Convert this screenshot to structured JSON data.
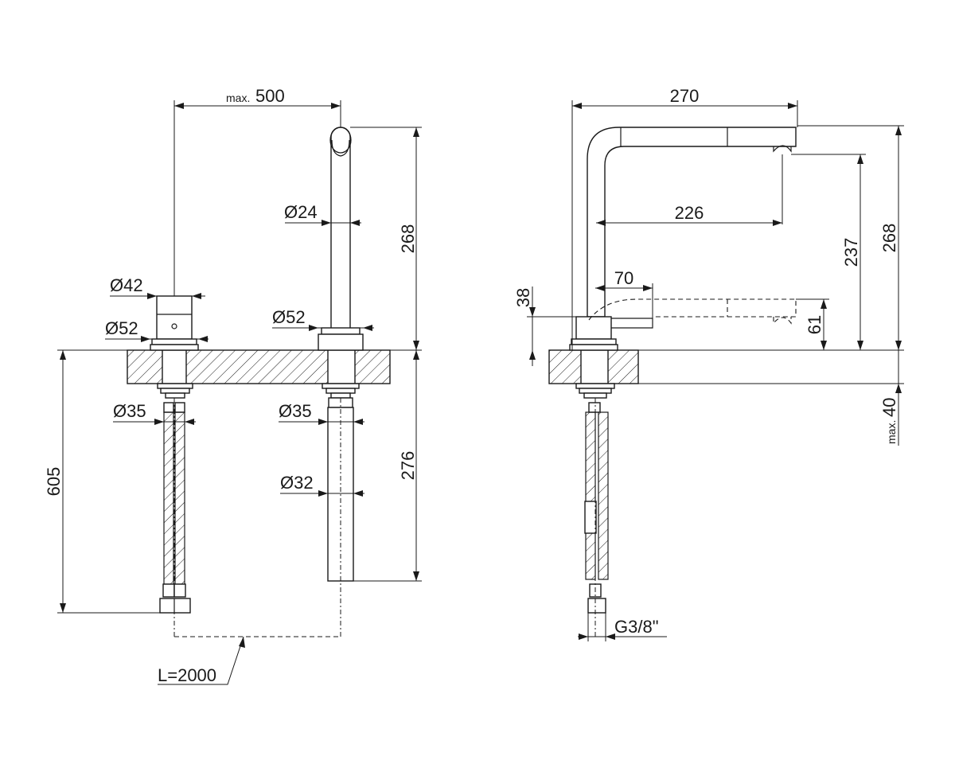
{
  "front_view": {
    "max_reach": {
      "prefix": "max.",
      "value": "500"
    },
    "spout_diameter": "Ø24",
    "spout_height": "268",
    "handle_diameter": "Ø42",
    "handle_base_diameter": "Ø52",
    "spout_base_diameter": "Ø52",
    "left_shank_diameter": "Ø35",
    "right_shank_diameter": "Ø35",
    "hose_sleeve_diameter": "Ø32",
    "below_counter_length": "276",
    "hose_length": "605",
    "pullout_length": "L=2000"
  },
  "side_view": {
    "overall_reach": "270",
    "spout_reach": "226",
    "lever_reach": "70",
    "base_height": "38",
    "outlet_height": "237",
    "overall_height": "268",
    "lever_outlet_height": "61",
    "max_counter": {
      "prefix": "max.",
      "value": "40"
    },
    "thread": "G3/8\""
  }
}
